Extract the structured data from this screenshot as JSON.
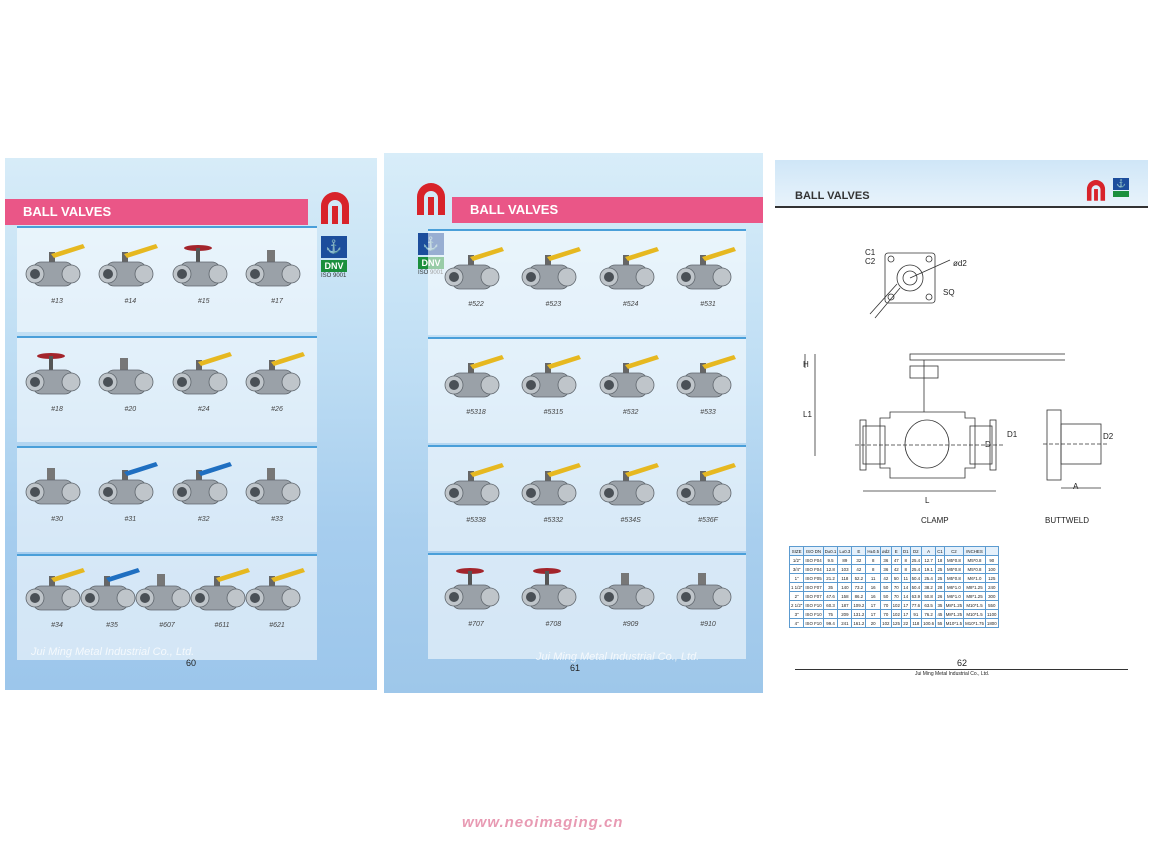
{
  "page60": {
    "title": "BALL VALVES",
    "iso": {
      "cert": "DNV",
      "std": "ISO 9001"
    },
    "rows": [
      [
        "#13",
        "#14",
        "#15",
        "#17"
      ],
      [
        "#18",
        "#20",
        "#24",
        "#26"
      ],
      [
        "#30",
        "#31",
        "#32",
        "#33"
      ],
      [
        "#34",
        "#35",
        "#607",
        "#611",
        "#621"
      ]
    ],
    "company": "Jui Ming Metal Industrial Co., Ltd.",
    "page_no": "60"
  },
  "page61": {
    "title": "BALL VALVES",
    "iso": {
      "cert": "DNV",
      "std": "ISO 9001"
    },
    "rows": [
      [
        "#522",
        "#523",
        "#524",
        "#531"
      ],
      [
        "#5318",
        "#5315",
        "#532",
        "#533"
      ],
      [
        "#5338",
        "#5332",
        "#534S",
        "#536F"
      ],
      [
        "#707",
        "#708",
        "#909",
        "#910"
      ]
    ],
    "company": "Jui Ming Metal Industrial Co., Ltd.",
    "page_no": "61"
  },
  "page62": {
    "title": "BALL VALVES",
    "labels": {
      "clamp": "CLAMP",
      "buttweld": "BUTTWELD"
    },
    "dims": {
      "c1": "C1",
      "c2": "C2",
      "od2": "ød2",
      "sq": "SQ",
      "h": "H",
      "ll": "L1",
      "d": "D",
      "d1": "D1",
      "d2": "D2",
      "a": "A",
      "l": "L"
    },
    "spec_headers": [
      "SIZE",
      "ISO DN",
      "D±0.1",
      "L±0.3",
      "E",
      "H±0.5",
      "ød2",
      "E",
      "D1",
      "D2",
      "A",
      "C1",
      "C2",
      "INCHES"
    ],
    "spec_rows": [
      [
        "1/2\"",
        "ISO F04",
        "9.5",
        "89",
        "32",
        "8",
        "36",
        "47",
        "8",
        "25.4",
        "12.7",
        "18",
        "M5*0.8",
        "M5*0.8",
        "90"
      ],
      [
        "3/4\"",
        "ISO F04",
        "12.8",
        "103",
        "42",
        "8",
        "36",
        "42",
        "8",
        "25.4",
        "19.1",
        "25",
        "M5*0.8",
        "M5*0.8",
        "100"
      ],
      [
        "1\"",
        "ISO F05",
        "21.2",
        "118",
        "52.2",
        "11",
        "42",
        "50",
        "11",
        "50.4",
        "25.4",
        "25",
        "M5*0.8",
        "M6*1.0",
        "125"
      ],
      [
        "1 1/2\"",
        "ISO F07",
        "35",
        "140",
        "73.2",
        "16",
        "50",
        "70",
        "14",
        "50.4",
        "38.2",
        "28",
        "M6*1.0",
        "M8*1.25",
        "240"
      ],
      [
        "2\"",
        "ISO F07",
        "47.6",
        "158",
        "86.2",
        "16",
        "50",
        "70",
        "14",
        "63.9",
        "50.8",
        "26",
        "M6*1.0",
        "M8*1.25",
        "300"
      ],
      [
        "2 1/2\"",
        "ISO F10",
        "60.3",
        "187",
        "109.2",
        "17",
        "70",
        "102",
        "17",
        "77.6",
        "63.5",
        "35",
        "M8*1.25",
        "M10*1.5",
        "550"
      ],
      [
        "3\"",
        "ISO F10",
        "75",
        "209",
        "131.2",
        "17",
        "70",
        "102",
        "17",
        "91",
        "76.2",
        "45",
        "M8*1.25",
        "M10*1.5",
        "1100"
      ],
      [
        "4\"",
        "ISO F10",
        "99.4",
        "241",
        "161.2",
        "20",
        "102",
        "125",
        "22",
        "118",
        "100.6",
        "55",
        "M10*1.5",
        "M10*1.75",
        "1800"
      ]
    ],
    "page_no": "62",
    "company": "Jui Ming Metal Industrial Co., Ltd."
  },
  "watermark": "www.neoimaging.cn",
  "colors": {
    "banner": "#ea5687",
    "logo": "#d8232a",
    "handle": "#e6b820",
    "blue_handle": "#1f6fc1",
    "metal": "#9aa1a8"
  }
}
